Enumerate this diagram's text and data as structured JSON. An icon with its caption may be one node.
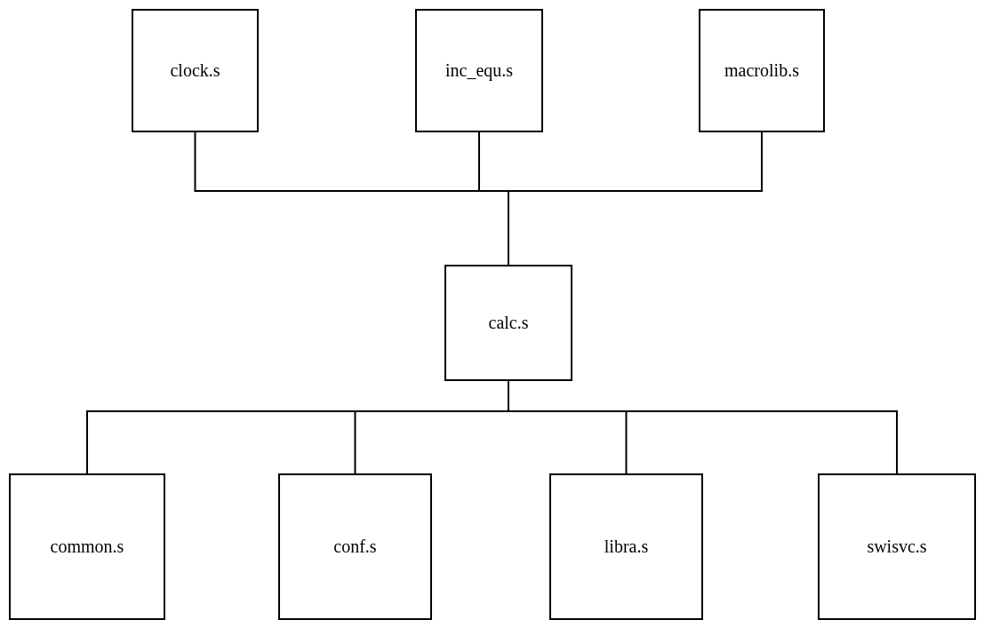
{
  "diagram": {
    "nodes": [
      {
        "text": [
          "clock.s"
        ]
      },
      {
        "text": [
          "inc_equ.s"
        ]
      },
      {
        "text": [
          "macrolib.s"
        ]
      },
      {
        "text": [
          "calc.s"
        ]
      },
      {
        "text": [
          "common.s"
        ]
      },
      {
        "text": [
          "conf.s"
        ]
      },
      {
        "text": [
          "libra.s"
        ]
      },
      {
        "text": [
          "swisvc.s"
        ]
      }
    ],
    "edges": [
      {
        "from": 0,
        "to": 3,
        "arrow": "none"
      },
      {
        "from": 1,
        "to": 3,
        "arrow": "none"
      },
      {
        "from": 2,
        "to": 3,
        "arrow": "none"
      },
      {
        "from": 3,
        "to": 4,
        "arrow": "none"
      },
      {
        "from": 3,
        "to": 5,
        "arrow": "none"
      },
      {
        "from": 3,
        "to": 6,
        "arrow": "none"
      },
      {
        "from": 3,
        "to": 7,
        "arrow": "none"
      }
    ]
  }
}
